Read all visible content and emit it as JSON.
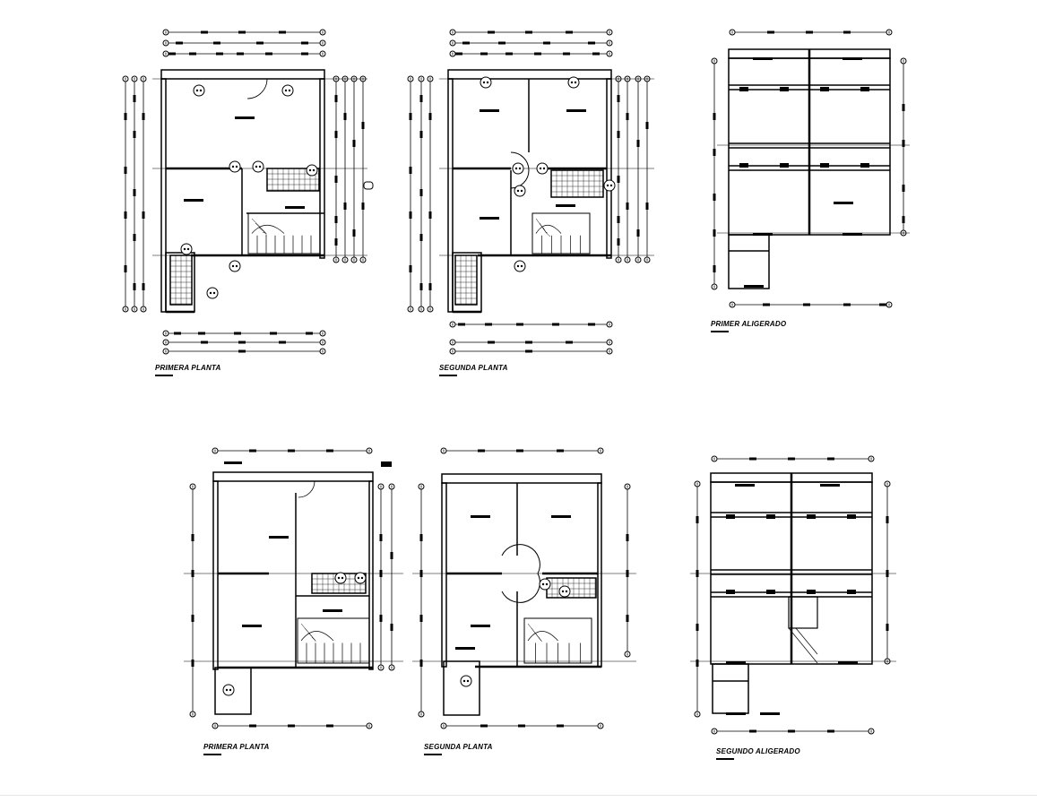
{
  "drawing": {
    "colors": {
      "ink": "#000000",
      "paper": "#ffffff"
    },
    "panels": [
      {
        "id": "p1",
        "title": "PRIMERA PLANTA",
        "kind": "plan-a"
      },
      {
        "id": "p2",
        "title": "SEGUNDA PLANTA",
        "kind": "plan-b"
      },
      {
        "id": "p3",
        "title": "PRIMER ALIGERADO",
        "kind": "slab-a"
      },
      {
        "id": "p4",
        "title": "PRIMERA PLANTA",
        "kind": "plan-c"
      },
      {
        "id": "p5",
        "title": "SEGUNDA PLANTA",
        "kind": "plan-d"
      },
      {
        "id": "p6",
        "title": "SEGUNDO ALIGERADO",
        "kind": "slab-b"
      }
    ]
  }
}
